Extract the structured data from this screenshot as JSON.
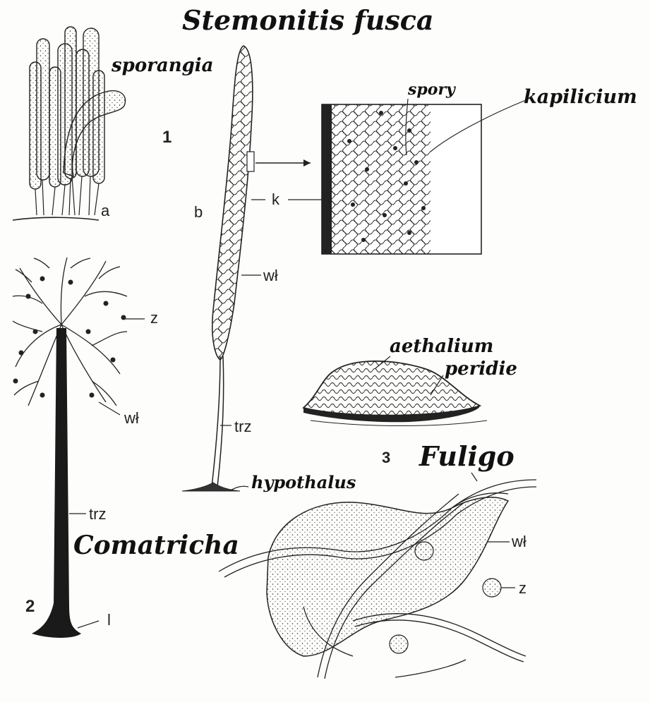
{
  "title": "Stemonitis fusca",
  "figure1": {
    "number": "1",
    "sporangia_label": "sporangia",
    "panel_a": "a",
    "panel_b": "b",
    "label_k": "k",
    "label_wl": "wł",
    "label_trz": "trz",
    "label_hypothalus": "hypothalus",
    "inset_spory": "spory",
    "inset_kapilicium": "kapilicium"
  },
  "figure2": {
    "number": "2",
    "name": "Comatricha",
    "label_z": "z",
    "label_wl": "wł",
    "label_trz": "trz",
    "label_l": "l"
  },
  "figure3": {
    "number": "3",
    "name": "Fuligo",
    "aethalium": "aethalium",
    "peridie": "peridie",
    "label_wl": "wł",
    "label_z": "z"
  },
  "colors": {
    "ink": "#1a1a1a",
    "paper": "#fdfdfc"
  }
}
